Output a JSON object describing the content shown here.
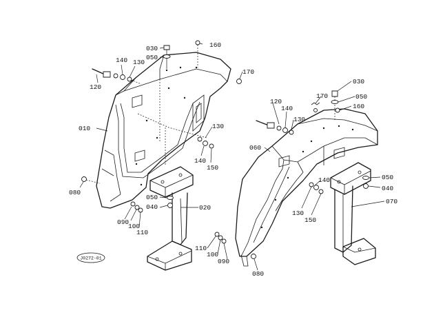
{
  "diagram": {
    "reference_code": "J0272-01",
    "callouts": {
      "left_030": "030",
      "left_160": "160",
      "left_050": "050",
      "left_140": "140",
      "left_130_top": "130",
      "left_120": "120",
      "left_170": "170",
      "left_010": "010",
      "left_130_mid": "130",
      "left_140_mid": "140",
      "left_150": "150",
      "left_080": "080",
      "left_050_low": "050",
      "left_040": "040",
      "left_020": "020",
      "left_090": "090",
      "left_100": "100",
      "left_110": "110",
      "right_030": "030",
      "right_170": "170",
      "right_050": "050",
      "right_160": "160",
      "right_120": "120",
      "right_140": "140",
      "right_130_top": "130",
      "right_060": "060",
      "right_140_low": "140",
      "right_130_low": "130",
      "right_150": "150",
      "right_050_side": "050",
      "right_040": "040",
      "right_070": "070",
      "right_110": "110",
      "right_100": "100",
      "right_090": "090",
      "right_080": "080"
    }
  }
}
